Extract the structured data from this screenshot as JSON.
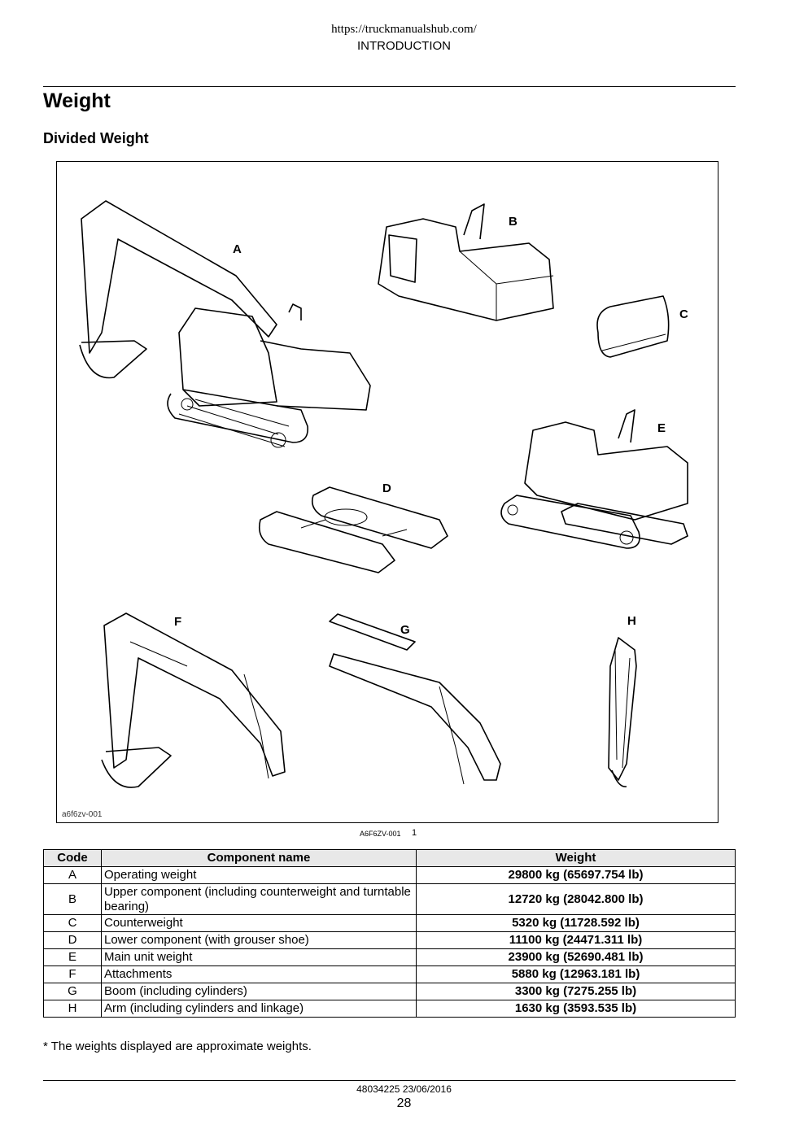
{
  "header": {
    "url": "https://truckmanualshub.com/",
    "section": "INTRODUCTION"
  },
  "page_title": "Weight",
  "subtitle": "Divided Weight",
  "figure": {
    "image_code": "a6f6zv-001",
    "ref": "A6F6ZV-001",
    "number": "1",
    "labels": [
      "A",
      "B",
      "C",
      "D",
      "E",
      "F",
      "G",
      "H"
    ]
  },
  "table": {
    "headers": [
      "Code",
      "Component name",
      "Weight"
    ],
    "rows": [
      {
        "code": "A",
        "name": "Operating weight",
        "weight_kg": "29800 kg",
        "weight_lb": "65697.754 lb"
      },
      {
        "code": "B",
        "name": "Upper component (including counterweight and turntable bearing)",
        "weight_kg": "12720 kg",
        "weight_lb": "28042.800 lb"
      },
      {
        "code": "C",
        "name": "Counterweight",
        "weight_kg": "5320 kg",
        "weight_lb": "11728.592 lb"
      },
      {
        "code": "D",
        "name": "Lower component (with grouser shoe)",
        "weight_kg": "11100 kg",
        "weight_lb": "24471.311 lb"
      },
      {
        "code": "E",
        "name": "Main unit weight",
        "weight_kg": "23900 kg",
        "weight_lb": "52690.481 lb"
      },
      {
        "code": "F",
        "name": "Attachments",
        "weight_kg": "5880 kg",
        "weight_lb": "12963.181 lb"
      },
      {
        "code": "G",
        "name": "Boom (including cylinders)",
        "weight_kg": "3300 kg",
        "weight_lb": "7275.255 lb"
      },
      {
        "code": "H",
        "name": "Arm (including cylinders and linkage)",
        "weight_kg": "1630 kg",
        "weight_lb": "3593.535 lb"
      }
    ]
  },
  "note": "* The weights displayed are approximate weights.",
  "footer": {
    "doc_number": "48034225 23/06/2016",
    "page_number": "28"
  }
}
